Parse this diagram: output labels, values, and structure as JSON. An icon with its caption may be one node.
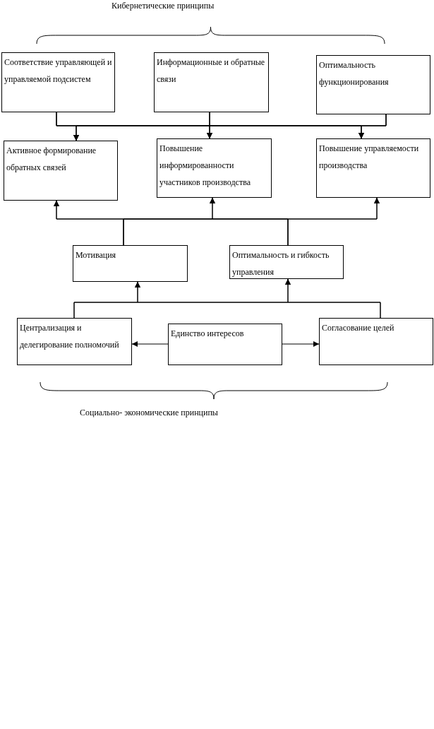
{
  "diagram": {
    "title": "Кибернетические принципы",
    "caption": "Социально- экономические принципы",
    "nodes": [
      {
        "text": [
          "Соответствие управляющей и управляемой подсистем"
        ]
      },
      {
        "text": [
          "Информационные и обратные связи"
        ]
      },
      {
        "text": [
          "Оптимальность функционирования"
        ]
      },
      {
        "text": [
          "Активное формирование обратных связей"
        ]
      },
      {
        "text": [
          "Повышение информированности участников производства"
        ]
      },
      {
        "text": [
          "Повышение управляемости производства"
        ]
      },
      {
        "text": [
          "Мотивация"
        ]
      },
      {
        "text": [
          "Оптимальность и гибкость управления"
        ]
      },
      {
        "text": [
          "Централизация и делегирование полномочий"
        ]
      },
      {
        "text": [
          "Единство интересов"
        ]
      },
      {
        "text": [
          "Согласование целей"
        ]
      }
    ],
    "edges": [
      {
        "from": 0,
        "to": 3,
        "arrow": "to"
      },
      {
        "from": 0,
        "to": 4,
        "arrow": "to"
      },
      {
        "from": 0,
        "to": 5,
        "arrow": "to"
      },
      {
        "from": 1,
        "to": 3,
        "arrow": "to"
      },
      {
        "from": 1,
        "to": 4,
        "arrow": "to"
      },
      {
        "from": 1,
        "to": 5,
        "arrow": "to"
      },
      {
        "from": 2,
        "to": 3,
        "arrow": "to"
      },
      {
        "from": 2,
        "to": 4,
        "arrow": "to"
      },
      {
        "from": 2,
        "to": 5,
        "arrow": "to"
      },
      {
        "from": 6,
        "to": 3,
        "arrow": "to"
      },
      {
        "from": 6,
        "to": 4,
        "arrow": "to"
      },
      {
        "from": 6,
        "to": 5,
        "arrow": "to"
      },
      {
        "from": 7,
        "to": 3,
        "arrow": "to"
      },
      {
        "from": 7,
        "to": 4,
        "arrow": "to"
      },
      {
        "from": 7,
        "to": 5,
        "arrow": "to"
      },
      {
        "from": 8,
        "to": 6,
        "arrow": "to"
      },
      {
        "from": 8,
        "to": 7,
        "arrow": "to"
      },
      {
        "from": 10,
        "to": 6,
        "arrow": "to"
      },
      {
        "from": 10,
        "to": 7,
        "arrow": "to"
      },
      {
        "from": 9,
        "to": 8,
        "arrow": "to"
      },
      {
        "from": 9,
        "to": 10,
        "arrow": "to"
      }
    ]
  }
}
